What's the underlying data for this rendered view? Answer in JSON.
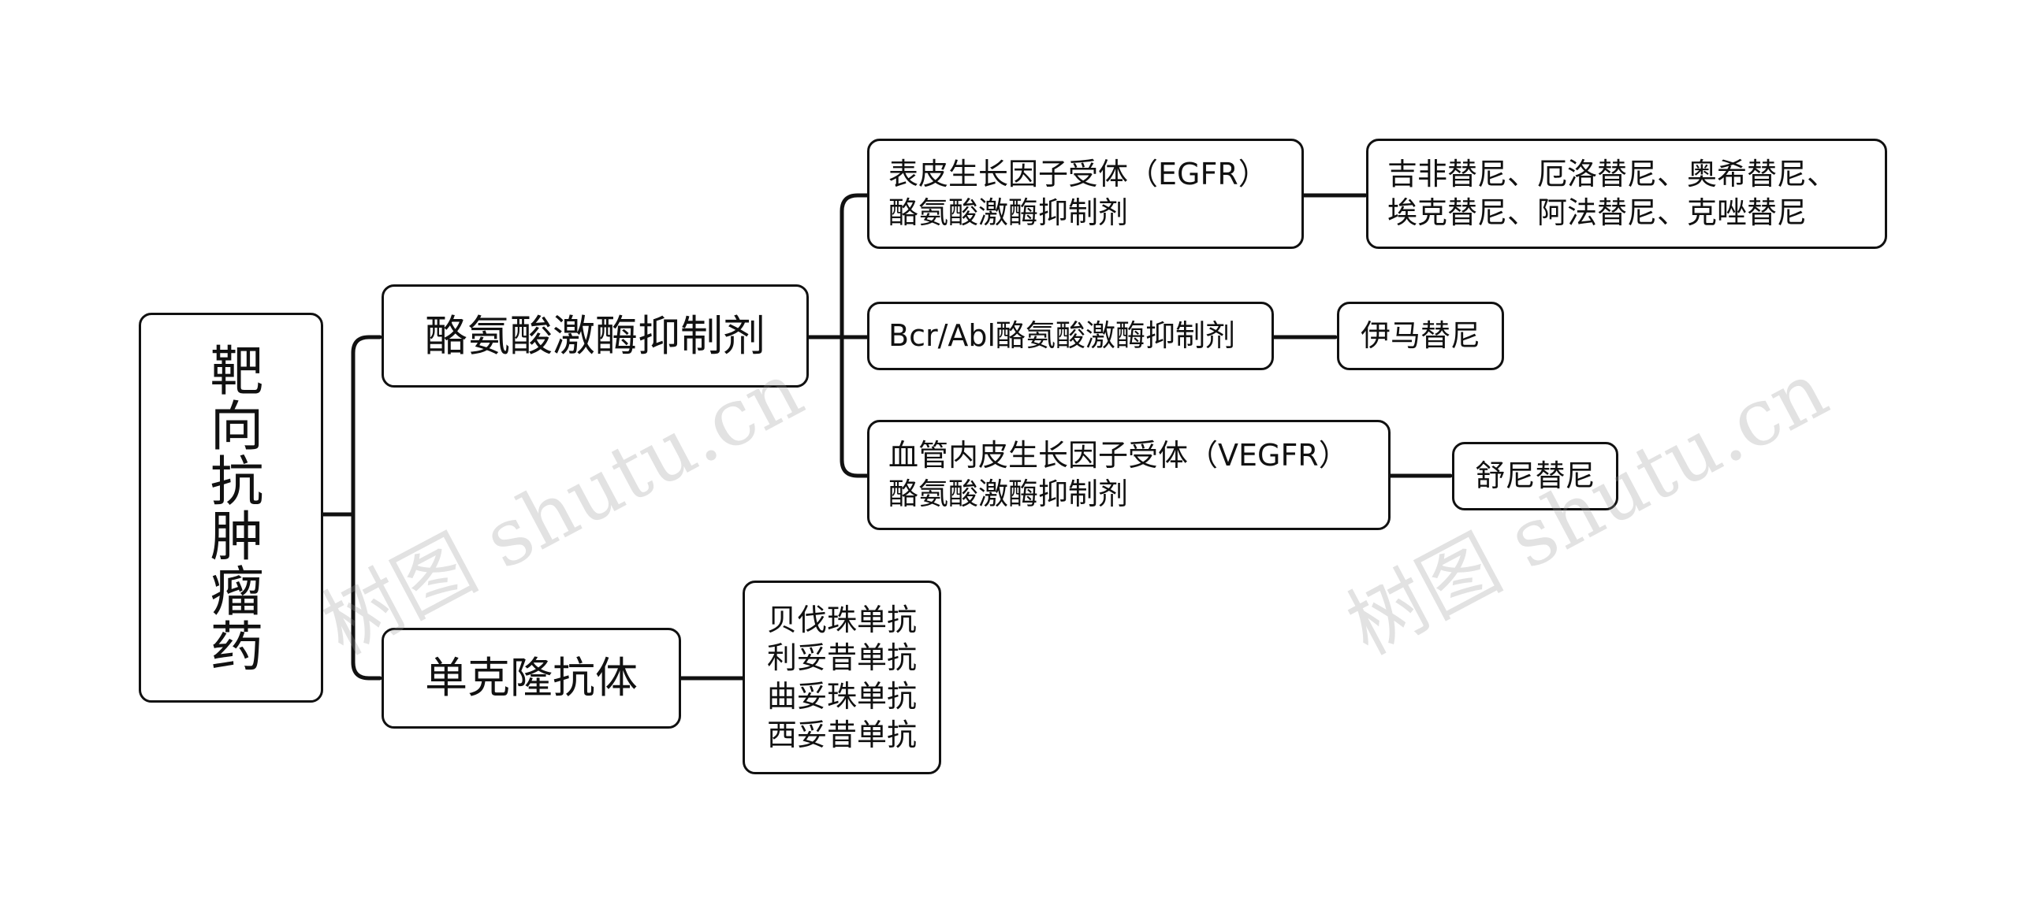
{
  "root": {
    "label": "靶向抗肿瘤药"
  },
  "branches": [
    {
      "label": "酪氨酸激酶抑制剂",
      "children": [
        {
          "label": "表皮生长因子受体（EGFR）\n酪氨酸激酶抑制剂",
          "drugs": "吉非替尼、厄洛替尼、奥希替尼、\n埃克替尼、阿法替尼、克唑替尼"
        },
        {
          "label": "Bcr/Abl酪氨酸激酶抑制剂",
          "drugs": "伊马替尼"
        },
        {
          "label": "血管内皮生长因子受体（VEGFR）\n酪氨酸激酶抑制剂",
          "drugs": "舒尼替尼"
        }
      ]
    },
    {
      "label": "单克隆抗体",
      "drugs": "贝伐珠单抗\n利妥昔单抗\n曲妥珠单抗\n西妥昔单抗"
    }
  ],
  "watermark": "树图 shutu.cn"
}
